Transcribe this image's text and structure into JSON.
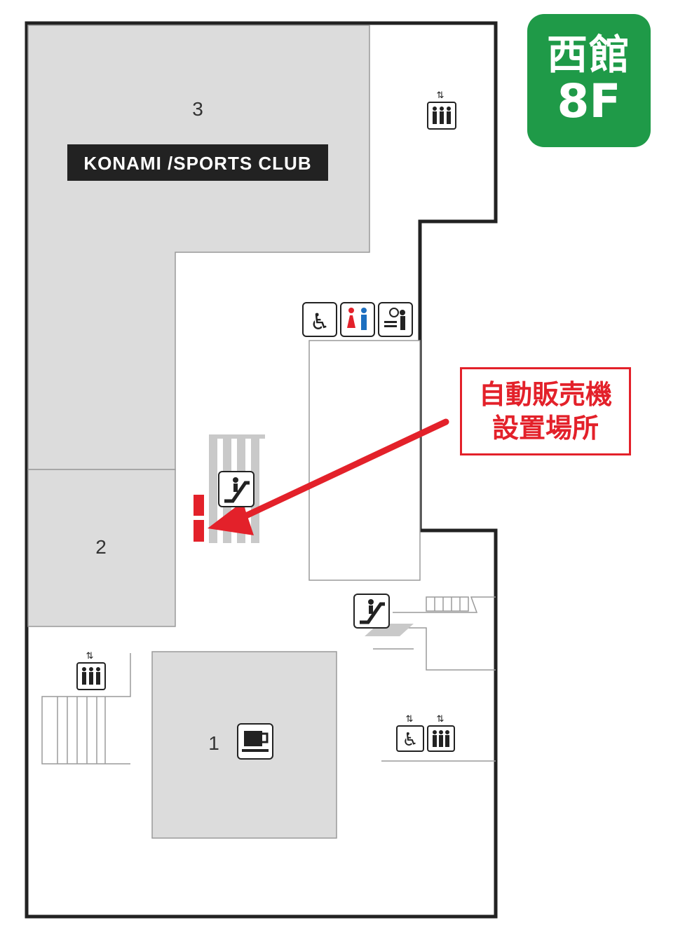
{
  "building": {
    "wing": "西館",
    "floor": "8F"
  },
  "callout": {
    "line1": "自動販売機",
    "line2": "設置場所"
  },
  "areas": [
    {
      "id": "3",
      "label": "3",
      "tenant_logo": "KONAMI /SPORTS CLUB"
    },
    {
      "id": "2",
      "label": "2"
    },
    {
      "id": "1",
      "label": "1",
      "icon": "cafe-icon"
    }
  ],
  "facility_icons": [
    "elevator-icon",
    "accessible-restroom-icon",
    "restroom-icon",
    "nursing-room-icon",
    "escalator-icon",
    "accessible-elevator-icon",
    "cafe-icon"
  ],
  "colors": {
    "badge": "#1f9a48",
    "highlight": "#e3212a",
    "area_fill": "#dcdcdc",
    "wall": "#222222"
  }
}
